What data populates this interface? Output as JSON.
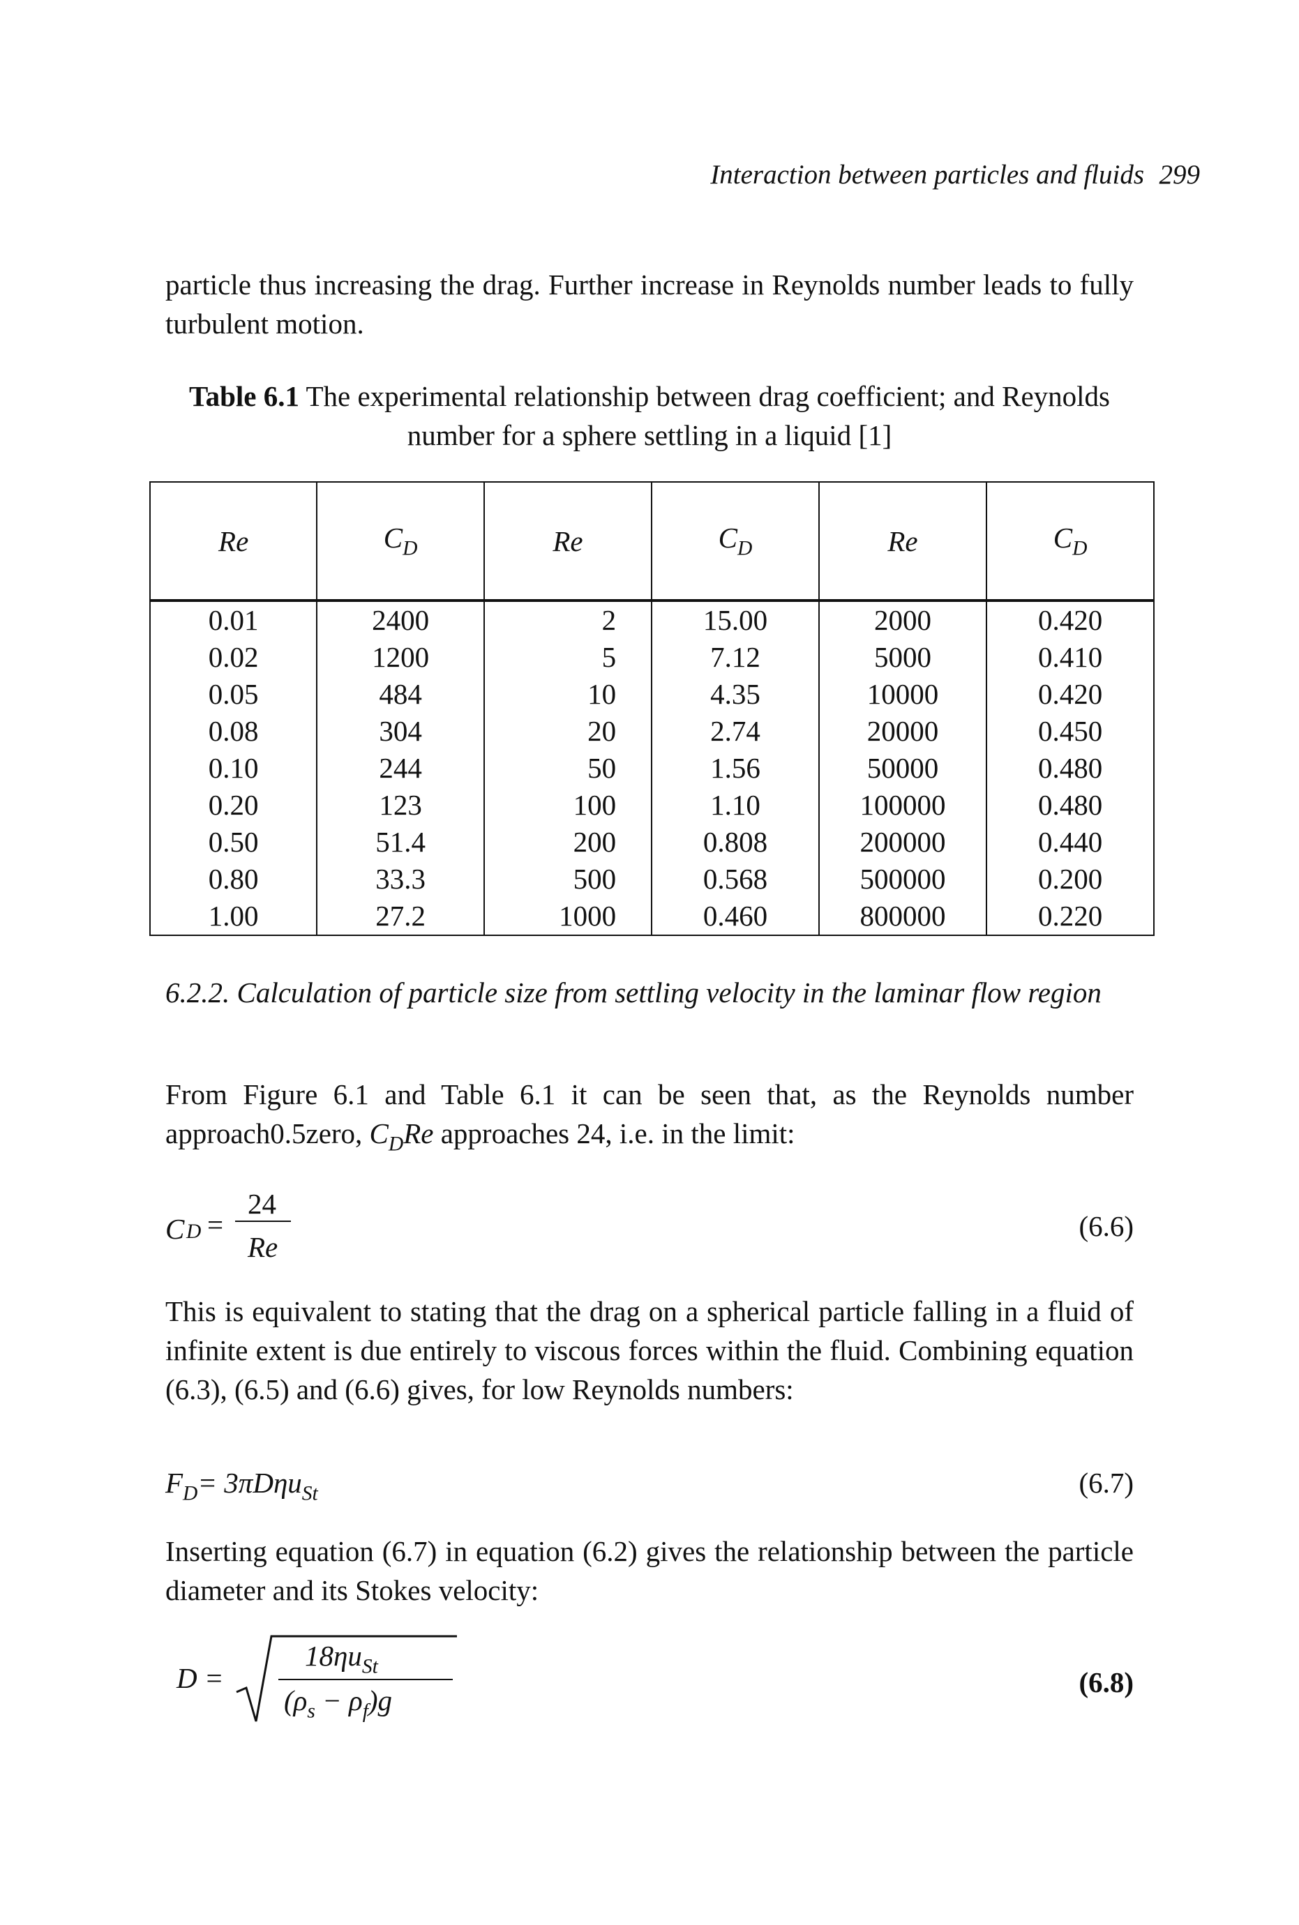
{
  "header": {
    "title": "Interaction between particles and fluids",
    "page_number": "299"
  },
  "intro": "particle thus increasing the drag.  Further increase in Reynolds number leads to fully turbulent motion.",
  "table": {
    "caption_label": "Table 6.1",
    "caption_text": " The experimental relationship between drag coefficient; and Reynolds number for a sphere settling in a liquid [1]",
    "headers": [
      "Re",
      "C",
      "Re",
      "C",
      "Re",
      "C"
    ],
    "cd_subscript": "D",
    "rows": [
      [
        "0.01",
        "2400",
        "2",
        "15.00",
        "2000",
        "0.420"
      ],
      [
        "0.02",
        "1200",
        "5",
        "7.12",
        "5000",
        "0.410"
      ],
      [
        "0.05",
        "484",
        "10",
        "4.35",
        "10000",
        "0.420"
      ],
      [
        "0.08",
        "304",
        "20",
        "2.74",
        "20000",
        "0.450"
      ],
      [
        "0.10",
        "244",
        "50",
        "1.56",
        "50000",
        "0.480"
      ],
      [
        "0.20",
        "123",
        "100",
        "1.10",
        "100000",
        "0.480"
      ],
      [
        "0.50",
        "51.4",
        "200",
        "0.808",
        "200000",
        "0.440"
      ],
      [
        "0.80",
        "33.3",
        "500",
        "0.568",
        "500000",
        "0.200"
      ],
      [
        "1.00",
        "27.2",
        "1000",
        "0.460",
        "800000",
        "0.220"
      ]
    ]
  },
  "section_heading": "6.2.2. Calculation of particle size from settling velocity in the laminar flow region",
  "para1": {
    "a": "From Figure 6.1 and Table 6.1 it can be seen that, as the Reynolds number approach0.5zero, ",
    "cd": "C",
    "sub": "D",
    "re": "Re",
    "b": " approaches 24, i.e. in the limit:"
  },
  "eq66": {
    "lhs": "C",
    "lhs_sub": "D",
    "eq": "=",
    "num": "24",
    "den": "Re",
    "number": "(6.6)"
  },
  "para2": "This is equivalent to stating that the drag on a spherical particle falling in a fluid of infinite extent is due entirely to viscous forces within the fluid. Combining equation (6.3), (6.5) and (6.6) gives, for low Reynolds numbers:",
  "eq67": {
    "lhs": "F",
    "lhs_sub": "D",
    "rhs": "= 3πDηu",
    "rhs_sub": "St",
    "number": "(6.7)"
  },
  "para3": "Inserting equation (6.7) in equation (6.2) gives the relationship between the particle diameter and its Stokes velocity:",
  "eq68": {
    "lhs": "D =",
    "num": "18ηu",
    "num_sub": "St",
    "den_a": "(ρ",
    "den_a_sub": "s",
    "den_b": " − ρ",
    "den_b_sub": "f",
    "den_c": ")g",
    "number": "(6.8)"
  }
}
